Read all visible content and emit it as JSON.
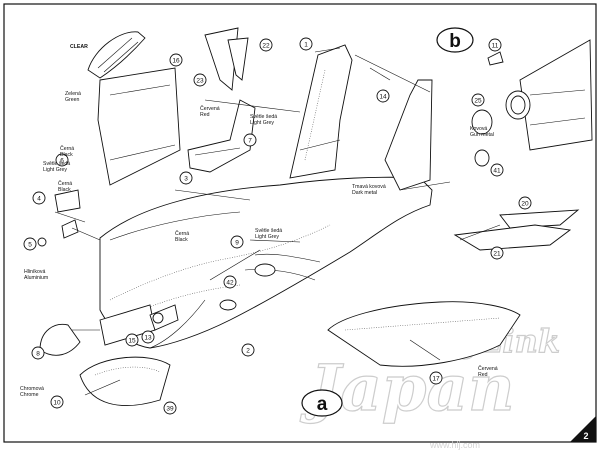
{
  "section_labels": {
    "a": "a",
    "b": "b"
  },
  "page_number": "2",
  "watermark": {
    "line1": "HobbyLink",
    "line2": "Japan",
    "url": "www.hlj.com"
  },
  "callouts": [
    {
      "id": "clear",
      "text": "CLEAR"
    },
    {
      "id": "zelena",
      "text": "Zelená"
    },
    {
      "id": "green",
      "text": "Green"
    },
    {
      "id": "cerna1",
      "text": "Černá"
    },
    {
      "id": "black1",
      "text": "Black"
    },
    {
      "id": "svetle1",
      "text": "Světle šedá"
    },
    {
      "id": "lgrey1",
      "text": "Light Grey"
    },
    {
      "id": "cerna2",
      "text": "Černá"
    },
    {
      "id": "black2",
      "text": "Black"
    },
    {
      "id": "hlinikova",
      "text": "Hliníková"
    },
    {
      "id": "aluminium",
      "text": "Aluminium"
    },
    {
      "id": "chromova",
      "text": "Chromová"
    },
    {
      "id": "chrome",
      "text": "Chrome"
    },
    {
      "id": "cervena1",
      "text": "Červená"
    },
    {
      "id": "red1",
      "text": "Red"
    },
    {
      "id": "svetle2",
      "text": "Světle šedá"
    },
    {
      "id": "lgrey2",
      "text": "Light Grey"
    },
    {
      "id": "tmava",
      "text": "Tmavá kovová"
    },
    {
      "id": "darkmetal",
      "text": "Dark metal"
    },
    {
      "id": "cerna3",
      "text": "Černá"
    },
    {
      "id": "black3",
      "text": "Black"
    },
    {
      "id": "svetle3",
      "text": "Světle šedá"
    },
    {
      "id": "lgrey3",
      "text": "Light Grey"
    },
    {
      "id": "kovova",
      "text": "Kovová"
    },
    {
      "id": "gunmetal",
      "text": "Gun metal"
    },
    {
      "id": "cervena2",
      "text": "Červená"
    },
    {
      "id": "red2",
      "text": "Red"
    }
  ],
  "part_numbers": [
    "1",
    "2",
    "3",
    "4",
    "5",
    "6",
    "7",
    "8",
    "9",
    "10",
    "11",
    "13",
    "14",
    "15",
    "16",
    "17",
    "20",
    "21",
    "22",
    "23",
    "25",
    "39",
    "41",
    "42"
  ]
}
